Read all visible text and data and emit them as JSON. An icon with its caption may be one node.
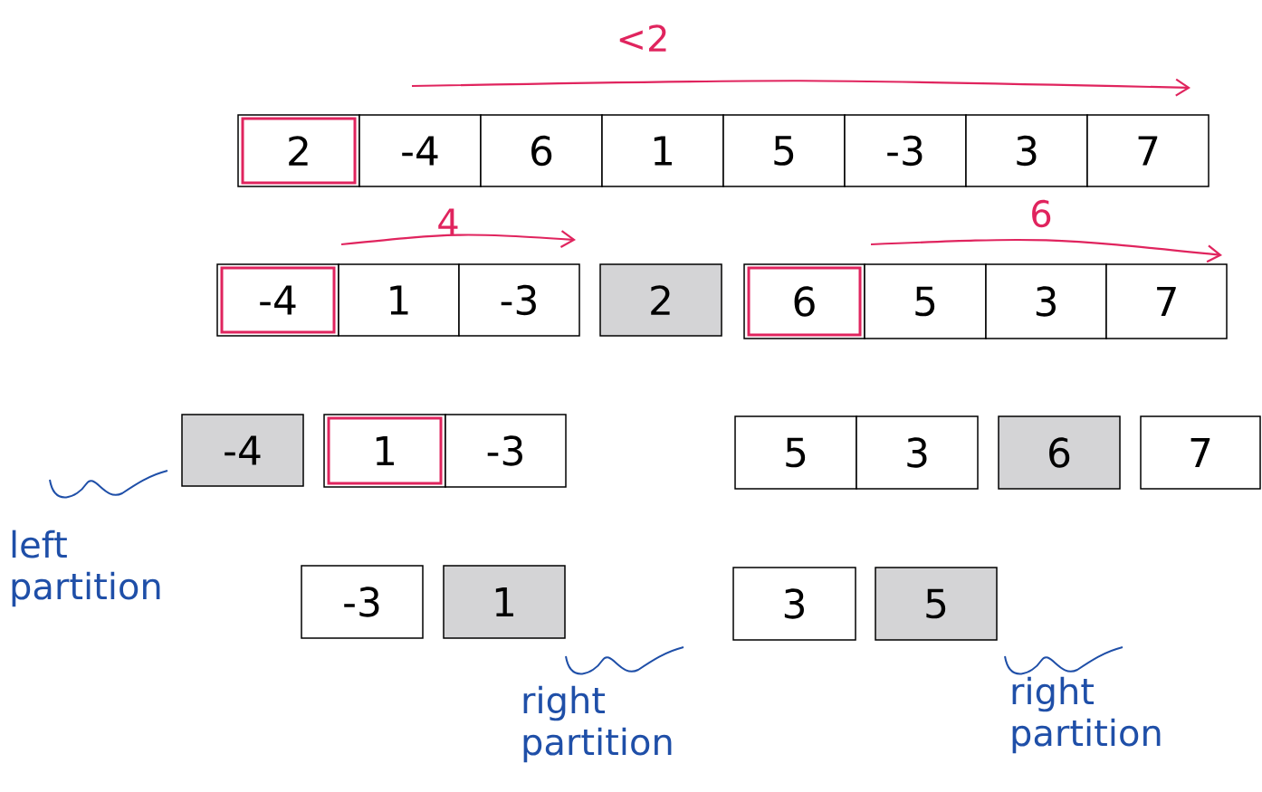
{
  "diagram": {
    "nodes": [
      {
        "text": [
          "2"
        ]
      },
      {
        "text": [
          "-4"
        ]
      },
      {
        "text": [
          "6"
        ]
      },
      {
        "text": [
          "1"
        ]
      },
      {
        "text": [
          "5"
        ]
      },
      {
        "text": [
          "-3"
        ]
      },
      {
        "text": [
          "3"
        ]
      },
      {
        "text": [
          "7"
        ]
      },
      {
        "text": [
          "-4"
        ]
      },
      {
        "text": [
          "1"
        ]
      },
      {
        "text": [
          "-3"
        ]
      },
      {
        "text": [
          "2"
        ]
      },
      {
        "text": [
          "6"
        ]
      },
      {
        "text": [
          "5"
        ]
      },
      {
        "text": [
          "3"
        ]
      },
      {
        "text": [
          "7"
        ]
      },
      {
        "text": [
          "-4"
        ]
      },
      {
        "text": [
          "1"
        ]
      },
      {
        "text": [
          "-3"
        ]
      },
      {
        "text": [
          "5"
        ]
      },
      {
        "text": [
          "3"
        ]
      },
      {
        "text": [
          "6"
        ]
      },
      {
        "text": [
          "7"
        ]
      },
      {
        "text": [
          "-3"
        ]
      },
      {
        "text": [
          "1"
        ]
      },
      {
        "text": [
          "3"
        ]
      },
      {
        "text": [
          "5"
        ]
      }
    ],
    "edges": [],
    "labels": [
      "<2",
      "4",
      "6",
      "left partition",
      "right partition",
      "right partition"
    ]
  }
}
